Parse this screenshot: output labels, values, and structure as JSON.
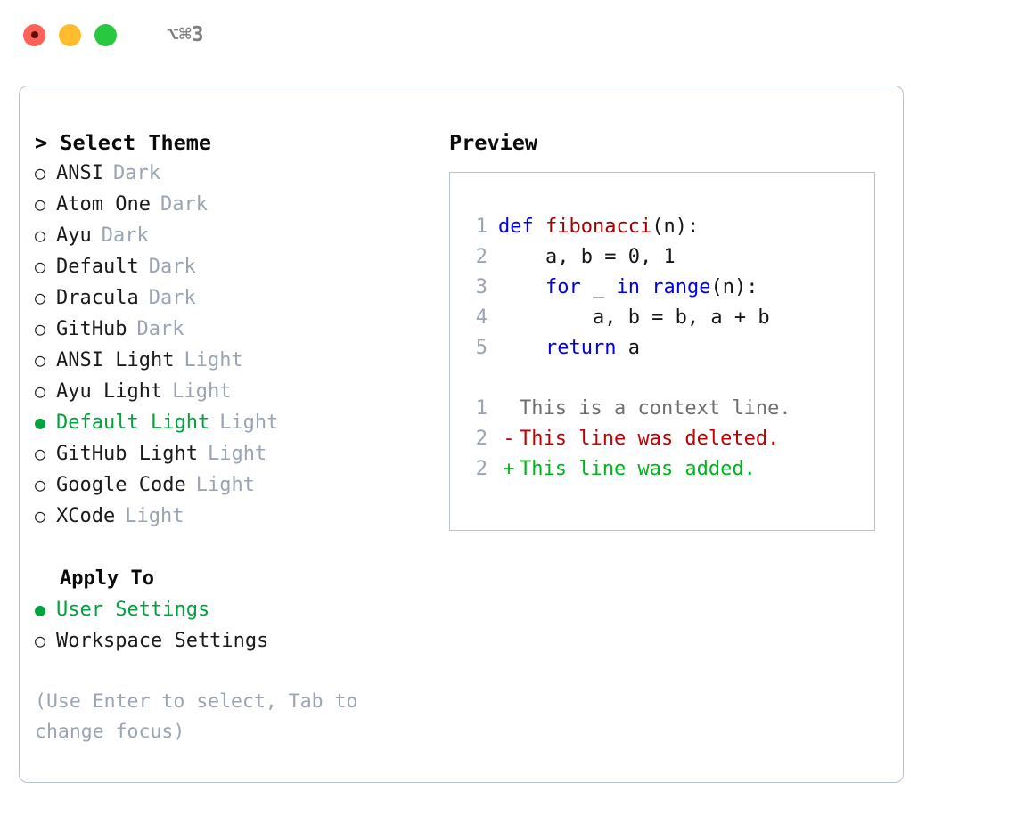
{
  "titlebar": {
    "shortcut": "⌥⌘3",
    "lights": [
      {
        "name": "close",
        "color": "#ff6058"
      },
      {
        "name": "minimize",
        "color": "#ffbd2e"
      },
      {
        "name": "maximize",
        "color": "#28c840"
      }
    ]
  },
  "theme_picker": {
    "title": "> Select Theme",
    "selected_marker": "●",
    "unselected_marker": "○",
    "accent_color": "#00a33c",
    "badge_color": "#9aa4b2",
    "items": [
      {
        "label": "ANSI",
        "badge": "Dark",
        "selected": false
      },
      {
        "label": "Atom One",
        "badge": "Dark",
        "selected": false
      },
      {
        "label": "Ayu",
        "badge": "Dark",
        "selected": false
      },
      {
        "label": "Default",
        "badge": "Dark",
        "selected": false
      },
      {
        "label": "Dracula",
        "badge": "Dark",
        "selected": false
      },
      {
        "label": "GitHub",
        "badge": "Dark",
        "selected": false
      },
      {
        "label": "ANSI Light",
        "badge": "Light",
        "selected": false
      },
      {
        "label": "Ayu Light",
        "badge": "Light",
        "selected": false
      },
      {
        "label": "Default Light",
        "badge": "Light",
        "selected": true
      },
      {
        "label": "GitHub Light",
        "badge": "Light",
        "selected": false
      },
      {
        "label": "Google Code",
        "badge": "Light",
        "selected": false
      },
      {
        "label": "XCode",
        "badge": "Light",
        "selected": false
      }
    ]
  },
  "apply_to": {
    "title": "Apply To",
    "items": [
      {
        "label": "User Settings",
        "selected": true
      },
      {
        "label": "Workspace Settings",
        "selected": false
      }
    ]
  },
  "hint": "(Use Enter to select, Tab to change focus)",
  "preview": {
    "title": "Preview",
    "code": [
      {
        "lineno": "1",
        "tokens": [
          {
            "text": "def ",
            "kind": "kw"
          },
          {
            "text": "fibonacci",
            "kind": "fn"
          },
          {
            "text": "(n):",
            "kind": "pl"
          }
        ]
      },
      {
        "lineno": "2",
        "tokens": [
          {
            "text": "    a, b = 0, 1",
            "kind": "pl"
          }
        ]
      },
      {
        "lineno": "3",
        "tokens": [
          {
            "text": "    ",
            "kind": "pl"
          },
          {
            "text": "for",
            "kind": "kw"
          },
          {
            "text": " _ ",
            "kind": "pl"
          },
          {
            "text": "in",
            "kind": "kw"
          },
          {
            "text": " ",
            "kind": "pl"
          },
          {
            "text": "range",
            "kind": "kw"
          },
          {
            "text": "(n):",
            "kind": "pl"
          }
        ]
      },
      {
        "lineno": "4",
        "tokens": [
          {
            "text": "        a, b = b, a + b",
            "kind": "pl"
          }
        ]
      },
      {
        "lineno": "5",
        "tokens": [
          {
            "text": "    ",
            "kind": "pl"
          },
          {
            "text": "return",
            "kind": "kw"
          },
          {
            "text": " a",
            "kind": "pl"
          }
        ]
      }
    ],
    "diff": [
      {
        "lineno": "1",
        "marker": " ",
        "text": "This is a context line.",
        "kind": "ctx"
      },
      {
        "lineno": "2",
        "marker": "-",
        "text": "This line was deleted.",
        "kind": "del"
      },
      {
        "lineno": "2",
        "marker": "+",
        "text": "This line was added.",
        "kind": "add"
      }
    ],
    "diff_colors": {
      "context": "#6f6f6f",
      "deleted": "#c00000",
      "added": "#00b31e"
    }
  }
}
